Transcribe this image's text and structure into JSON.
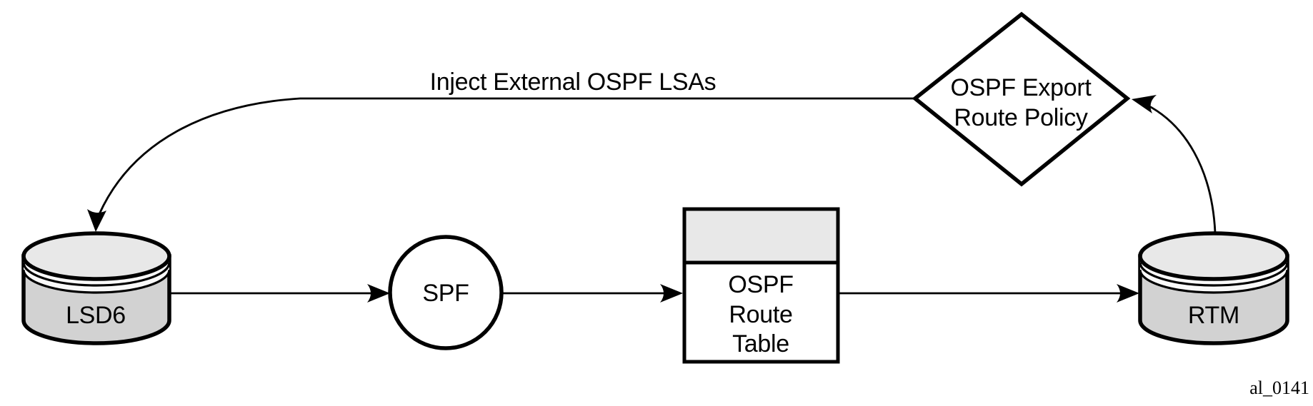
{
  "figure": {
    "inject_label": "Inject External OSPF LSAs",
    "figure_code": "al_0141"
  },
  "nodes": {
    "lsdb": {
      "label": "LSD6"
    },
    "spf": {
      "label": "SPF"
    },
    "route_table": {
      "lines": [
        "OSPF",
        "Route",
        "Table"
      ]
    },
    "rtm": {
      "label": "RTM"
    },
    "export_policy": {
      "lines": [
        "OSPF Export",
        "Route Policy"
      ]
    }
  },
  "colors": {
    "shape_top_fill": "#e8e8e8",
    "cylinder_body_fill": "#d2d2d2",
    "stripe_fill": "#fafafa",
    "line": "#000000",
    "background": "#ffffff"
  }
}
